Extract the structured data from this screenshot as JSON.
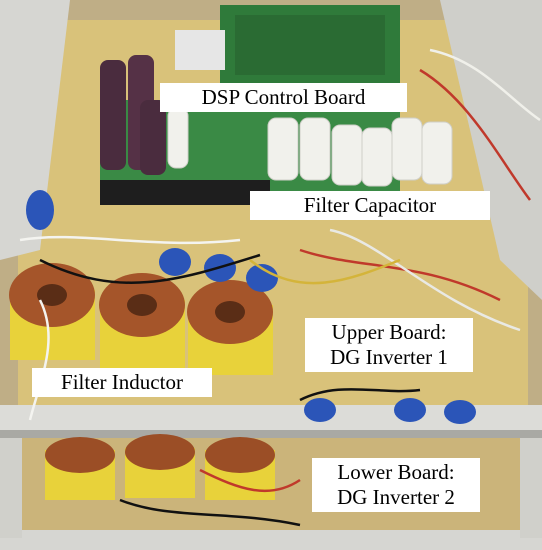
{
  "labels": {
    "dsp_control_board": "DSP Control Board",
    "filter_capacitor": "Filter Capacitor",
    "upper_board_line1": "Upper Board:",
    "upper_board_line2": "DG Inverter 1",
    "filter_inductor": "Filter Inductor",
    "lower_board_line1": "Lower Board:",
    "lower_board_line2": "DG Inverter 2"
  },
  "colors": {
    "panel_yellow": "#d9c27a",
    "pcb_green": "#2f7a3a",
    "copper": "#a5552a",
    "tape_yellow": "#e8d23a",
    "capacitor_purple": "#4a2c3e",
    "frame_gray": "#d6d6d2",
    "sensor_blue": "#2b55b8"
  }
}
